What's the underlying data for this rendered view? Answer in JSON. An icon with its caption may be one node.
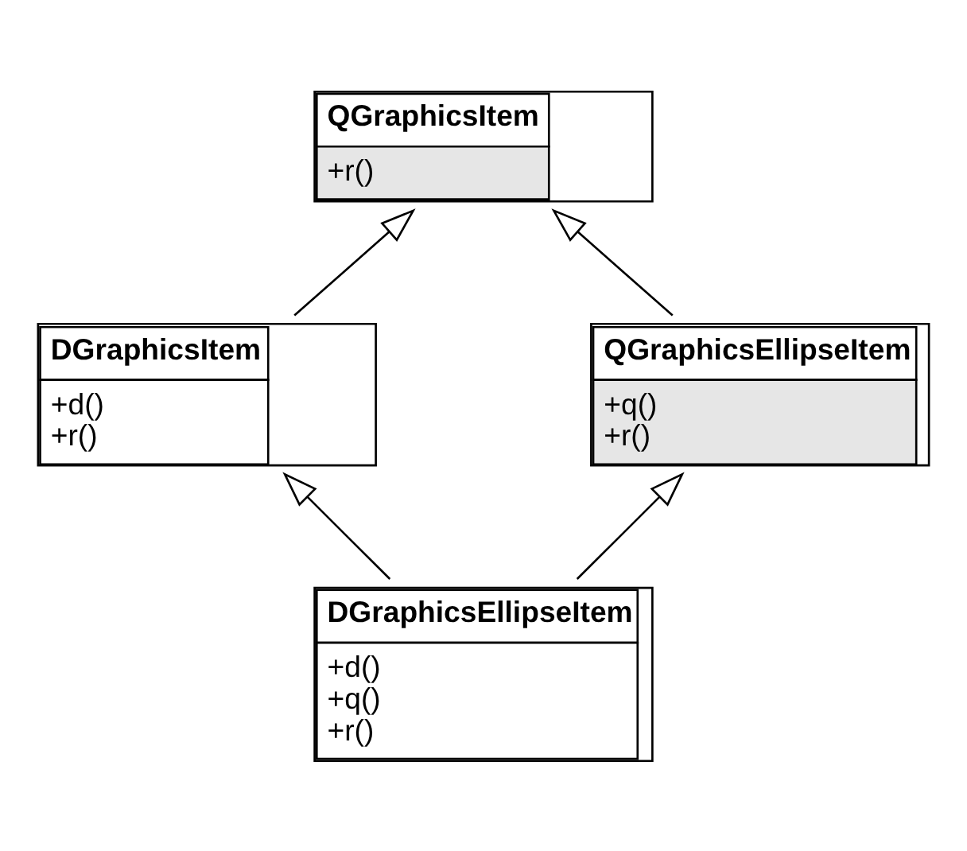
{
  "diagram": {
    "nodes": [
      {
        "text": [
          "QGraphicsItem",
          "+r()"
        ]
      },
      {
        "text": [
          "DGraphicsItem",
          "+d()",
          "+r()"
        ]
      },
      {
        "text": [
          "QGraphicsEllipseItem",
          "+q()",
          "+r()"
        ]
      },
      {
        "text": [
          "DGraphicsEllipseItem",
          "+d()",
          "+q()",
          "+r()"
        ]
      }
    ],
    "edges": [
      {
        "from": 1,
        "to": 0,
        "arrow": "to"
      },
      {
        "from": 2,
        "to": 0,
        "arrow": "to"
      },
      {
        "from": 3,
        "to": 1,
        "arrow": "to"
      },
      {
        "from": 3,
        "to": 2,
        "arrow": "to"
      }
    ]
  }
}
